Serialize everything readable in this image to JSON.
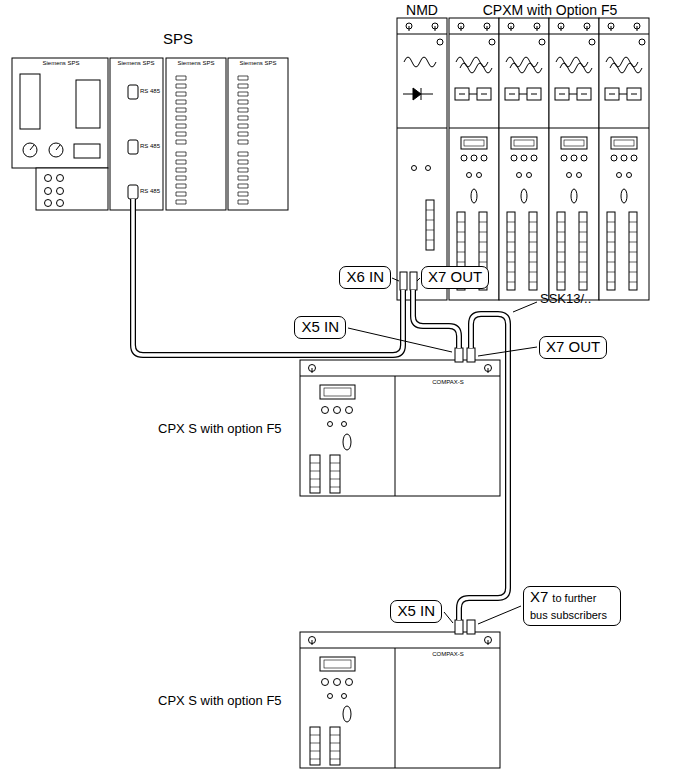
{
  "diagram": {
    "nodes": [
      {
        "text": [
          "X6 IN"
        ]
      },
      {
        "text": [
          "X7 OUT"
        ]
      },
      {
        "text": [
          "X5 IN"
        ]
      },
      {
        "text": [
          "X7 OUT"
        ]
      },
      {
        "text": [
          "X7",
          "to further bus subscribers"
        ]
      },
      {
        "text": [
          "X5 IN"
        ]
      }
    ],
    "labels": [
      "SPS",
      "NMD",
      "CPXM with Option F5",
      "SSK13/..",
      "CPX S with option F5",
      "CPX S with option F5",
      "Siemens SPS",
      "Siemens SPS",
      "Siemens SPS",
      "Siemens SPS",
      "RS 485",
      "RS 485",
      "RS 485",
      "COMPAX-S",
      "COMPAX-S"
    ]
  }
}
